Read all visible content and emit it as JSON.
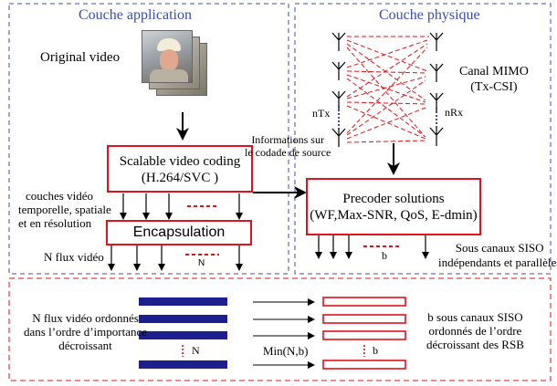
{
  "app_layer": {
    "title": "Couche application"
  },
  "phy_layer": {
    "title": "Couche physique"
  },
  "original_video": {
    "label": "Original video"
  },
  "svc_box": {
    "line1": "Scalable video coding",
    "line2": "(H.264/SVC )"
  },
  "layers_label": {
    "line1": "couches vidéo",
    "line2": "temporelle, spatiale",
    "line3": "et en résolution"
  },
  "encapsulation": {
    "label": "Encapsulation",
    "n_marker": "N"
  },
  "n_flux": {
    "label": "N flux vidéo"
  },
  "informations": {
    "line1": "Informations sur",
    "line2": "le codade de source"
  },
  "mimo": {
    "line1": "Canal MIMO",
    "line2": "(Tx-CSI)",
    "ntx": "nTx",
    "nrx": "nRx"
  },
  "precoder": {
    "line1": "Precoder solutions",
    "line2": "(WF,Max-SNR, QoS, E-dmin)"
  },
  "siso": {
    "line1": "Sous canaux SISO",
    "line2": "indépendants et parallèles",
    "b_marker": "b"
  },
  "bottom": {
    "left_line1": "N flux vidéo ordonnés",
    "left_line2": "dans l’ordre d’importance",
    "left_line3": "décroissant",
    "n_marker": "N",
    "min_label": "Min(N,b)",
    "b_marker": "b",
    "right_line1": "b  sous canaux SISO",
    "right_line2": "ordonnés de l’ordre",
    "right_line3": "décroissant des RSB"
  },
  "colors": {
    "frame_blue": "#3a4db0",
    "accent_red": "#e0121c",
    "bar_navy": "#1c1f8c"
  }
}
